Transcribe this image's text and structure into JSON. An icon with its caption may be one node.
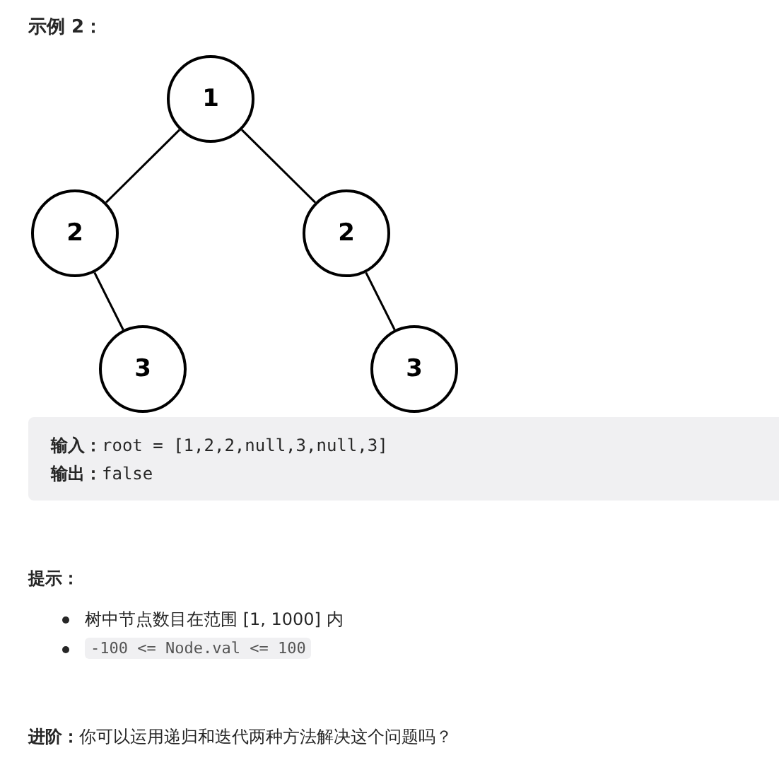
{
  "diagram": {
    "title": "示例 2：",
    "nodes": [
      {
        "text": [
          "1"
        ]
      },
      {
        "text": [
          "2"
        ]
      },
      {
        "text": [
          "2"
        ]
      },
      {
        "text": [
          "3"
        ]
      },
      {
        "text": [
          "3"
        ]
      }
    ],
    "edges": [
      {
        "from": 0,
        "to": 1,
        "arrow": "none"
      },
      {
        "from": 0,
        "to": 2,
        "arrow": "none"
      },
      {
        "from": 1,
        "to": 3,
        "arrow": "none"
      },
      {
        "from": 2,
        "to": 4,
        "arrow": "none"
      }
    ],
    "labels": [
      "**输入：**root = [1,2,2,null,3,null,3]",
      "**输出：**false",
      "提示：",
      "树中节点数目在范围 [1, 1000] 内",
      "-100 <= Node.val <= 100",
      "**进阶：**你可以运用递归和迭代两种方法解决这个问题吗？"
    ]
  }
}
